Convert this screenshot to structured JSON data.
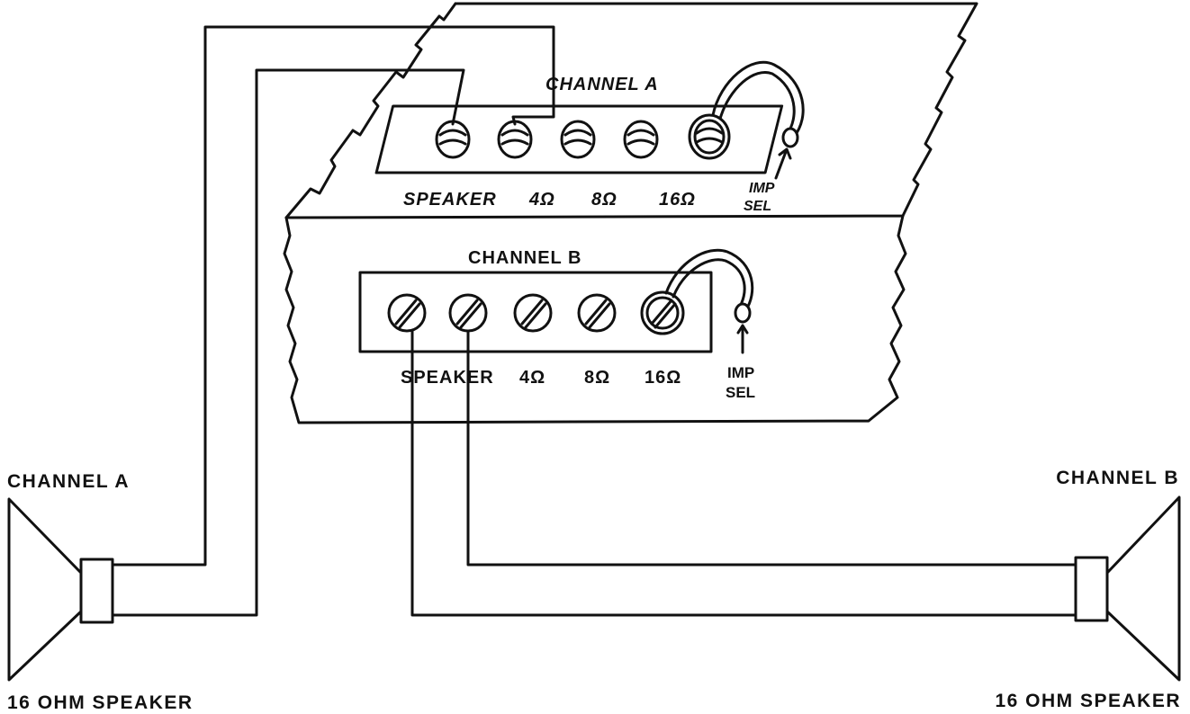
{
  "panel_a": {
    "title": "CHANNEL A",
    "terminals": [
      "SPEAKER",
      "4Ω",
      "8Ω",
      "16Ω"
    ],
    "selector": [
      "IMP",
      "SEL"
    ]
  },
  "panel_b": {
    "title": "CHANNEL B",
    "terminals": [
      "SPEAKER",
      "4Ω",
      "8Ω",
      "16Ω"
    ],
    "selector": [
      "IMP",
      "SEL"
    ]
  },
  "speaker_left": {
    "channel": "CHANNEL A",
    "caption": "16 OHM SPEAKER"
  },
  "speaker_right": {
    "channel": "CHANNEL B",
    "caption": "16 OHM SPEAKER"
  },
  "colors": {
    "ink": "#111111",
    "background": "#ffffff"
  }
}
